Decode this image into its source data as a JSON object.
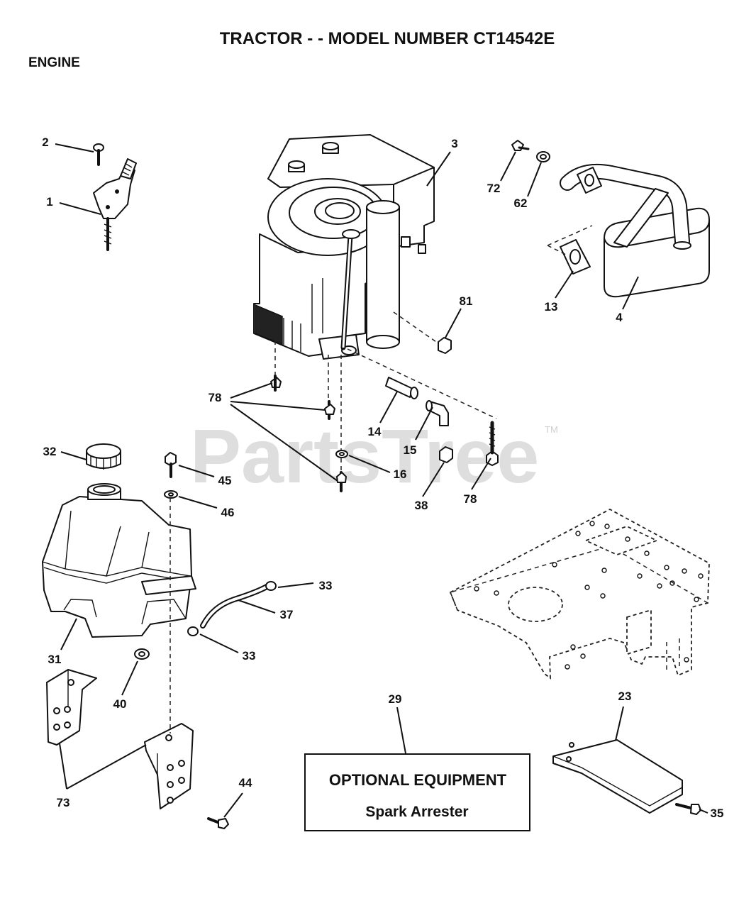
{
  "title": "TRACTOR - - MODEL NUMBER CT14542E",
  "section": "ENGINE",
  "callouts": [
    "2",
    "1",
    "3",
    "72",
    "62",
    "13",
    "4",
    "81",
    "78",
    "14",
    "15",
    "16",
    "38",
    "78",
    "32",
    "45",
    "46",
    "33",
    "37",
    "33",
    "31",
    "40",
    "73",
    "44",
    "29",
    "23",
    "35"
  ],
  "optional_box": {
    "heading": "OPTIONAL EQUIPMENT",
    "item": "Spark Arrester"
  },
  "watermark": {
    "text": "PartsTree",
    "tm": "TM"
  }
}
